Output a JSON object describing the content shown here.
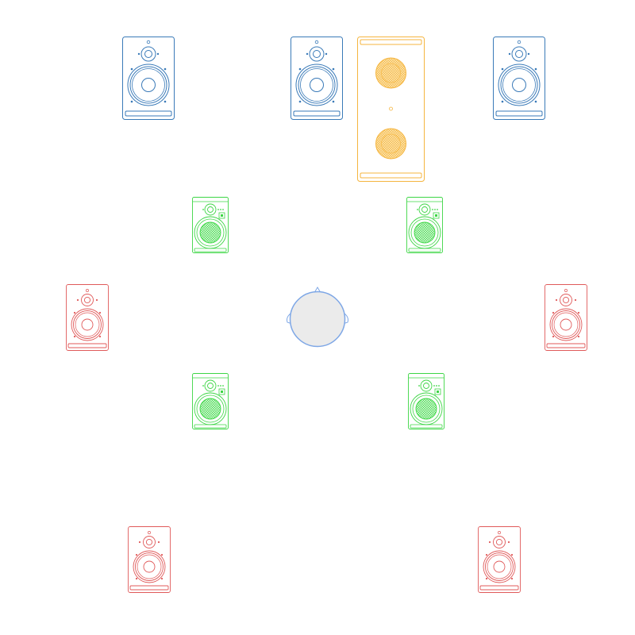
{
  "colors": {
    "main": "#3a7ab8",
    "subwoofer": "#f5b53f",
    "surround": "#e05a5a",
    "height": "#3dd645",
    "listener_fill": "#ebebeb",
    "listener_stroke": "#7ea7e6"
  },
  "icons": {
    "main": "studio-monitor-icon",
    "subwoofer": "subwoofer-icon",
    "surround": "bookshelf-speaker-icon",
    "height": "height-speaker-icon",
    "listener": "listener-head-icon"
  },
  "speakers": [
    {
      "id": "front-left",
      "group": "main"
    },
    {
      "id": "center",
      "group": "main"
    },
    {
      "id": "front-right",
      "group": "main"
    },
    {
      "id": "subwoofer",
      "group": "subwoofer"
    },
    {
      "id": "top-front-left",
      "group": "height"
    },
    {
      "id": "top-front-right",
      "group": "height"
    },
    {
      "id": "side-left",
      "group": "surround"
    },
    {
      "id": "side-right",
      "group": "surround"
    },
    {
      "id": "top-rear-left",
      "group": "height"
    },
    {
      "id": "top-rear-right",
      "group": "height"
    },
    {
      "id": "rear-left",
      "group": "surround"
    },
    {
      "id": "rear-right",
      "group": "surround"
    }
  ]
}
